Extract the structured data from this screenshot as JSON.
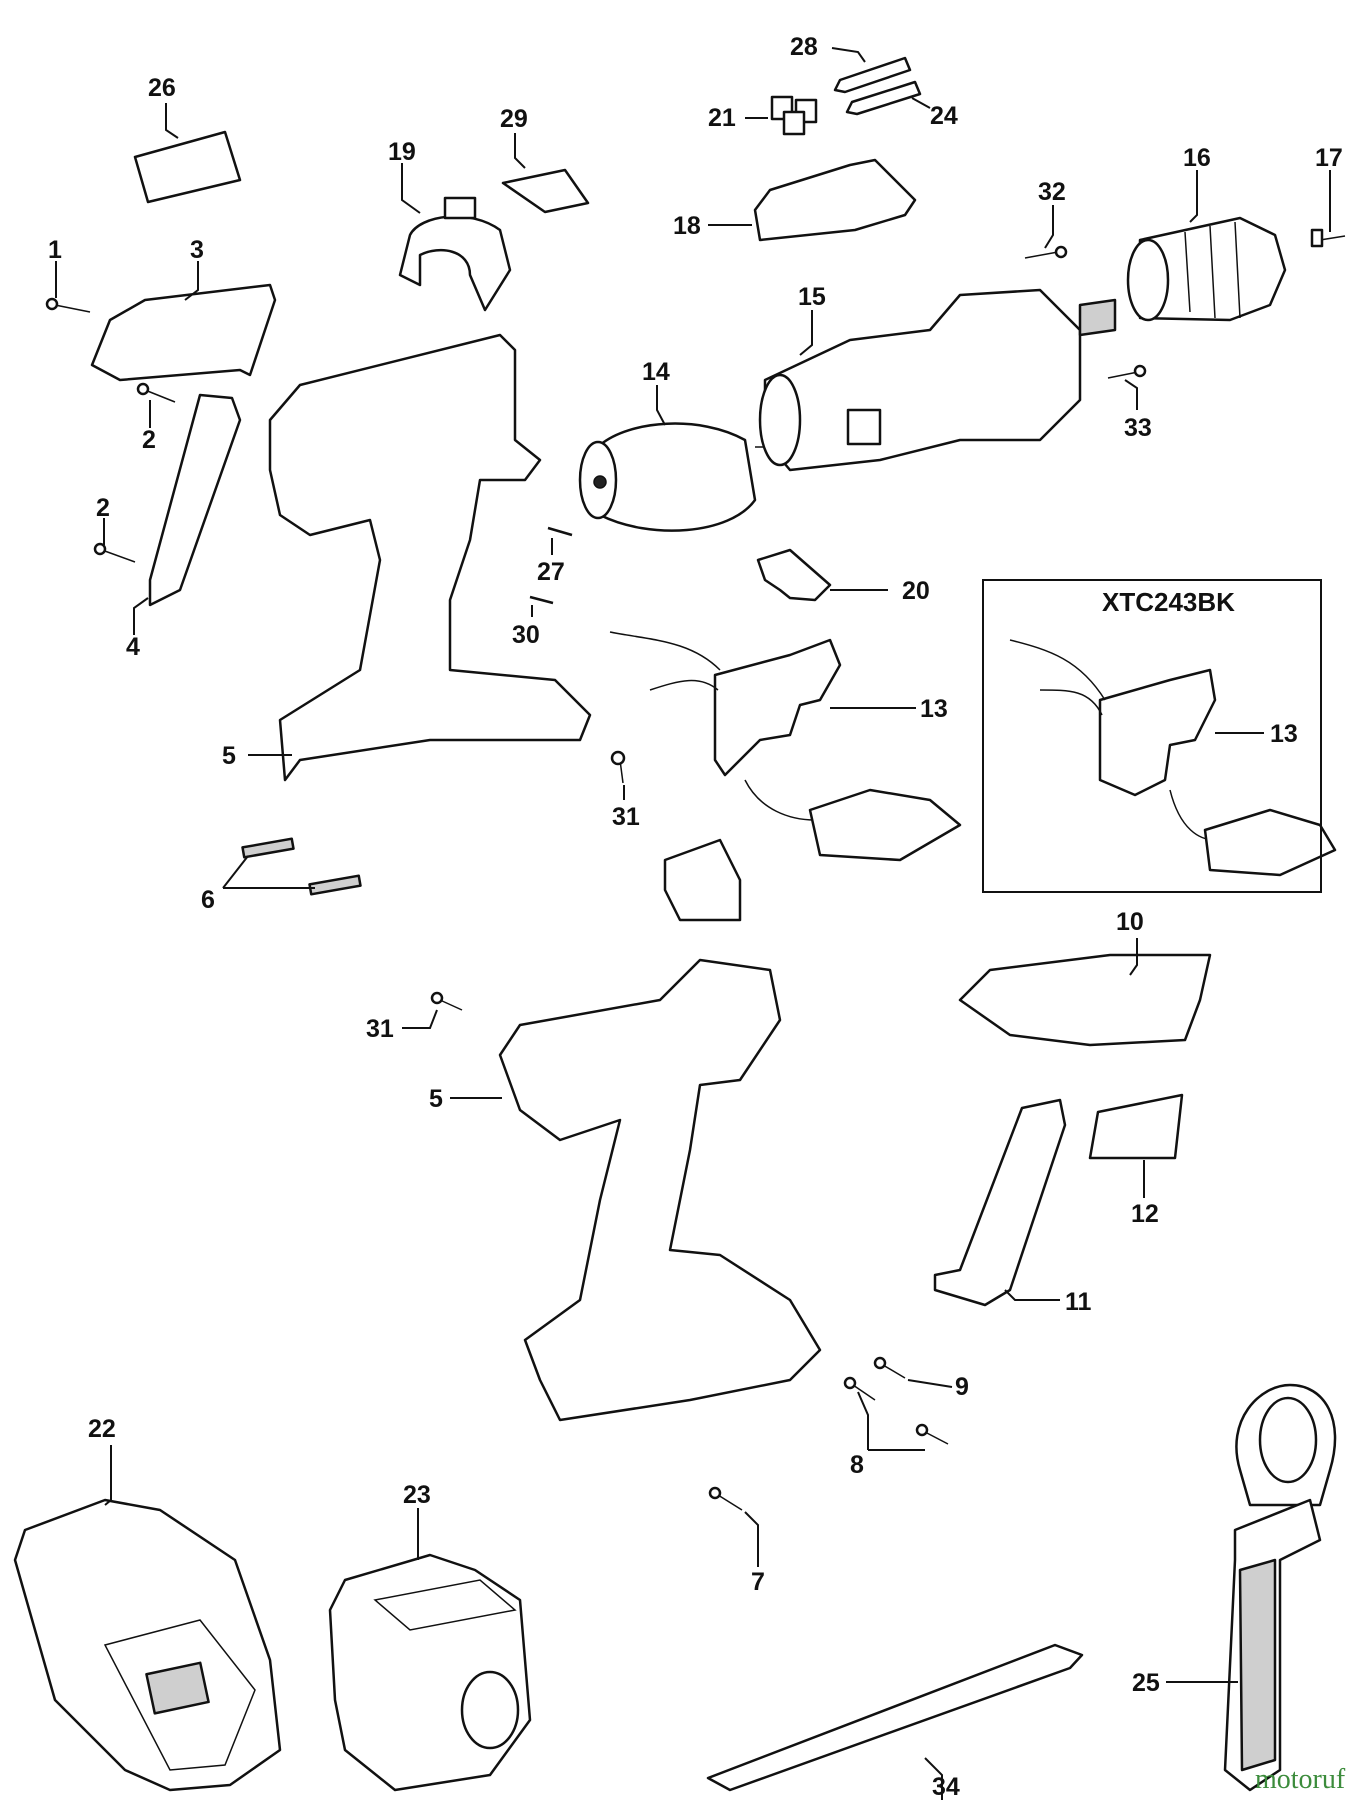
{
  "diagram": {
    "inset_title": "XTC243BK",
    "watermark": "motoruf",
    "callouts": [
      {
        "id": "1",
        "text": "1"
      },
      {
        "id": "2a",
        "text": "2"
      },
      {
        "id": "2b",
        "text": "2"
      },
      {
        "id": "3",
        "text": "3"
      },
      {
        "id": "4",
        "text": "4"
      },
      {
        "id": "5a",
        "text": "5"
      },
      {
        "id": "5b",
        "text": "5"
      },
      {
        "id": "6",
        "text": "6"
      },
      {
        "id": "7",
        "text": "7"
      },
      {
        "id": "8",
        "text": "8"
      },
      {
        "id": "9",
        "text": "9"
      },
      {
        "id": "10",
        "text": "10"
      },
      {
        "id": "11",
        "text": "11"
      },
      {
        "id": "12",
        "text": "12"
      },
      {
        "id": "13a",
        "text": "13"
      },
      {
        "id": "13b",
        "text": "13"
      },
      {
        "id": "14",
        "text": "14"
      },
      {
        "id": "15",
        "text": "15"
      },
      {
        "id": "16",
        "text": "16"
      },
      {
        "id": "17",
        "text": "17"
      },
      {
        "id": "18",
        "text": "18"
      },
      {
        "id": "19",
        "text": "19"
      },
      {
        "id": "20",
        "text": "20"
      },
      {
        "id": "21",
        "text": "21"
      },
      {
        "id": "22",
        "text": "22"
      },
      {
        "id": "23",
        "text": "23"
      },
      {
        "id": "24",
        "text": "24"
      },
      {
        "id": "25",
        "text": "25"
      },
      {
        "id": "26",
        "text": "26"
      },
      {
        "id": "27",
        "text": "27"
      },
      {
        "id": "28",
        "text": "28"
      },
      {
        "id": "29",
        "text": "29"
      },
      {
        "id": "30",
        "text": "30"
      },
      {
        "id": "31a",
        "text": "31"
      },
      {
        "id": "31b",
        "text": "31"
      },
      {
        "id": "32",
        "text": "32"
      },
      {
        "id": "33",
        "text": "33"
      },
      {
        "id": "34",
        "text": "34"
      }
    ]
  }
}
